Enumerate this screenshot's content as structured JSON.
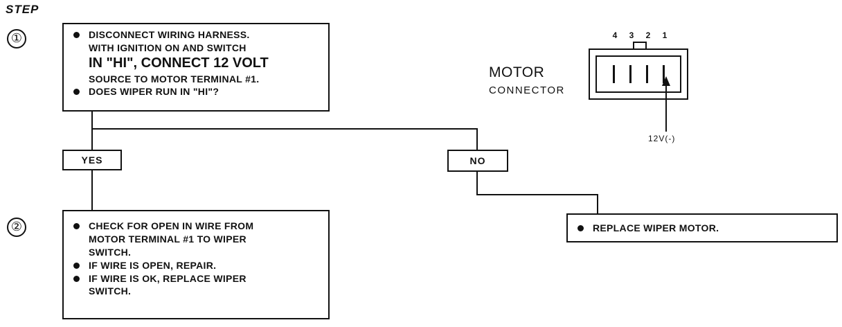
{
  "header": {
    "step_label": "STEP"
  },
  "steps": [
    {
      "number": "①"
    },
    {
      "number": "②"
    }
  ],
  "box1": {
    "items": [
      {
        "lines": [
          "DISCONNECT WIRING HARNESS.",
          "WITH IGNITION ON AND SWITCH",
          "IN \"HI\", CONNECT 12 VOLT",
          "SOURCE TO MOTOR TERMINAL #1."
        ]
      },
      {
        "lines": [
          "DOES WIPER RUN IN \"HI\"?"
        ]
      }
    ]
  },
  "branches": {
    "yes": "YES",
    "no": "NO"
  },
  "box2": {
    "items": [
      {
        "lines": [
          "CHECK FOR OPEN IN WIRE FROM",
          "MOTOR TERMINAL #1 TO WIPER",
          "SWITCH."
        ]
      },
      {
        "lines": [
          "IF WIRE IS OPEN, REPAIR."
        ]
      },
      {
        "lines": [
          "IF WIRE IS OK, REPLACE WIPER",
          "SWITCH."
        ]
      }
    ]
  },
  "box3": {
    "text": "REPLACE WIPER MOTOR."
  },
  "connector": {
    "label_line1": "MOTOR",
    "label_line2": "CONNECTOR",
    "pins": [
      "4",
      "3",
      "2",
      "1"
    ],
    "probe_label": "12V(-)"
  }
}
